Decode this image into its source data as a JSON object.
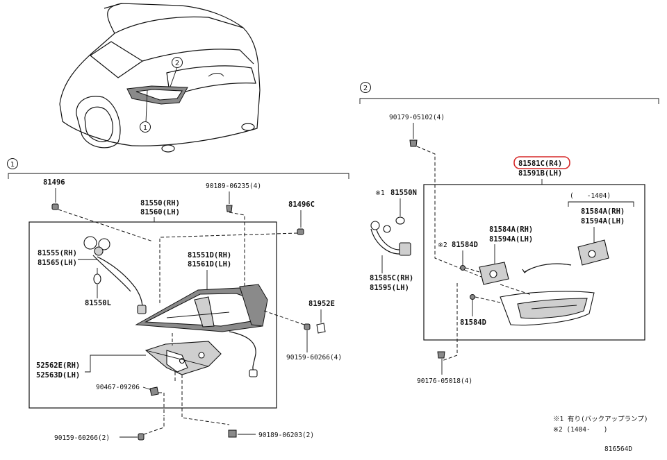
{
  "callouts": {
    "one": "1",
    "two": "2"
  },
  "group1": {
    "p81496": "81496",
    "p90189_06235": "90189-06235(4)",
    "p81550_rh": "81550(RH)",
    "p81560_lh": "81560(LH)",
    "p81496c": "81496C",
    "p81555_rh": "81555(RH)",
    "p81565_lh": "81565(LH)",
    "p81551d_rh": "81551D(RH)",
    "p81561d_lh": "81561D(LH)",
    "p81550l": "81550L",
    "p81952e": "81952E",
    "p90159_60266_4": "90159-60266(4)",
    "p52562e_rh": "52562E(RH)",
    "p52563d_lh": "52563D(LH)",
    "p90467_09206": "90467-09206",
    "p90159_60266_2": "90159-60266(2)",
    "p90189_06203": "90189-06203(2)"
  },
  "group2": {
    "p90179_05102": "90179-05102(4)",
    "p81581c": "81581C(R4)",
    "p81591b": "81591B(LH)",
    "note1_mark": "※1",
    "p81550n": "81550N",
    "note_range": "(　　-1404)",
    "p81584a_rh_a": "81584A(RH)",
    "p81594a_lh_a": "81594A(LH)",
    "p81584a_rh_b": "81584A(RH)",
    "p81594a_lh_b": "81594A(LH)",
    "note2_mark": "※2",
    "p81584d_a": "81584D",
    "p81585c_rh": "81585C(RH)",
    "p81595_lh": "81595(LH)",
    "p81584d_b": "81584D",
    "p90176_05018": "90176-05018(4)"
  },
  "footer": {
    "note1": "※1 有り(バックアップランプ)",
    "note2": "※2 (1404-　　)",
    "code": "816564D"
  },
  "colors": {
    "ink": "#111111",
    "highlight": "#d62828"
  }
}
